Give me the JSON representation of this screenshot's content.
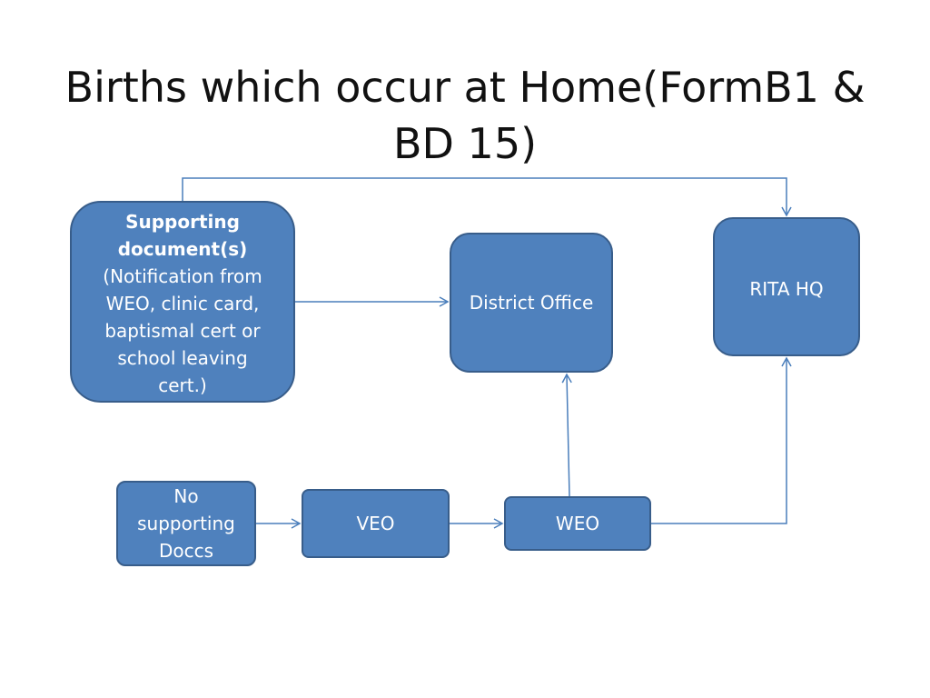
{
  "title": {
    "line1": "Births which occur at Home(FormB1 &",
    "line2": "BD 15)"
  },
  "nodes": {
    "supporting_documents": {
      "heading_line1": "Supporting",
      "heading_line2": "document(s)",
      "detail_line1": "(Notification from",
      "detail_line2": "WEO, clinic card,",
      "detail_line3": "baptismal cert or",
      "detail_line4": "school leaving",
      "detail_line5": "cert.)"
    },
    "district_office": {
      "label": "District Office"
    },
    "rita_hq": {
      "label": "RITA HQ"
    },
    "no_supporting_docs": {
      "line1": "No",
      "line2": "supporting",
      "line3": "Doccs"
    },
    "veo": {
      "label": "VEO"
    },
    "weo": {
      "label": "WEO"
    }
  },
  "colors": {
    "node_fill": "#4f81bd",
    "node_border": "#385d8a",
    "node_text": "#ffffff",
    "connector": "#4a7ebb",
    "title_text": "#111111"
  }
}
